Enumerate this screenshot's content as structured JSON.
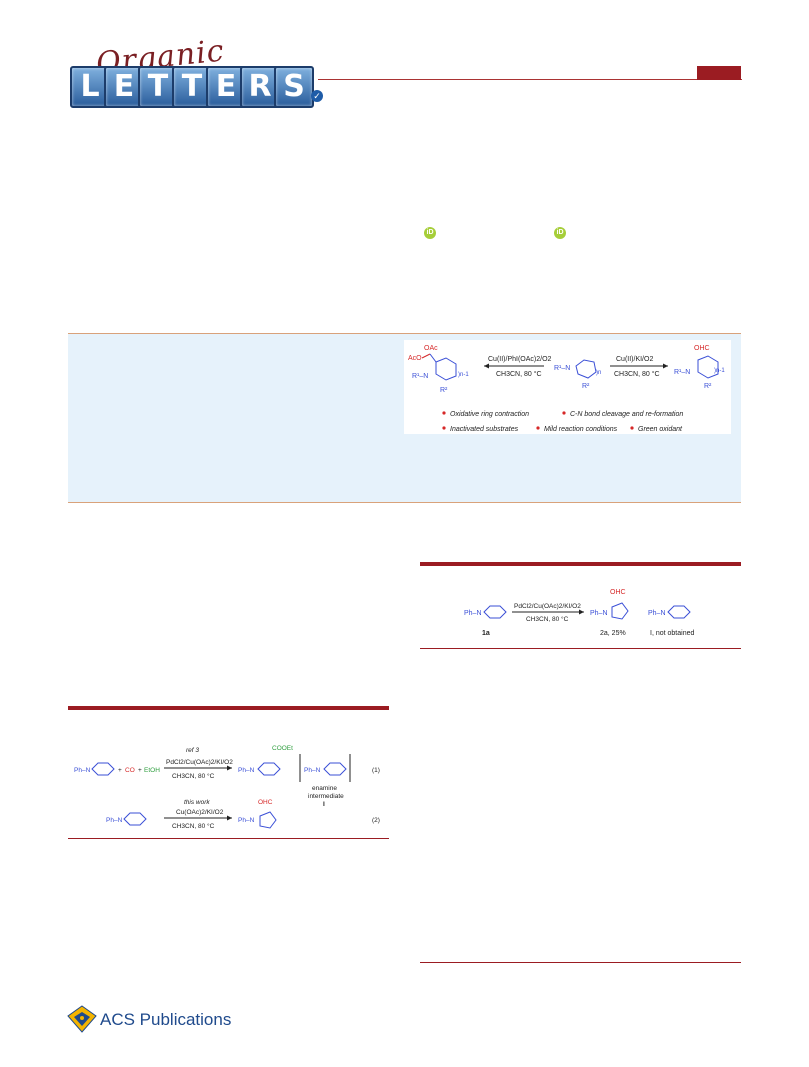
{
  "journal": {
    "script_word": "Organic",
    "tile_letters": [
      "L",
      "E",
      "T",
      "T",
      "E",
      "R",
      "S"
    ]
  },
  "toc": {
    "left_reagents": "Cu(II)/PhI(OAc)2/O2",
    "left_conditions": "CH3CN, 80 °C",
    "right_reagents": "Cu(II)/KI/O2",
    "right_conditions": "CH3CN, 80 °C",
    "labels": {
      "oac": "OAc",
      "aco": "AcO",
      "r1_left": "R¹–N",
      "r2_left": "R²",
      "n_left": ")n-1",
      "r1_center": "R¹–N",
      "n_center": ")n",
      "r2_center": "R²",
      "ohc": "OHC",
      "r1_right": "R¹–N",
      "n_right": ")n-1",
      "r2_right": "R²"
    },
    "bullets": [
      "Oxidative ring contraction",
      "C-N bond cleavage and re-formation",
      "Inactivated substrates",
      "Mild reaction conditions",
      "Green oxidant"
    ],
    "bullet_color": "#d62828"
  },
  "scheme_left": {
    "row1": {
      "ph_n": "Ph–N",
      "plus1": "+",
      "co": "CO",
      "plus2": "+",
      "etoh": "EtOH",
      "ref": "ref 3",
      "reagents": "PdCl2/Cu(OAc)2/KI/O2",
      "conditions": "CH3CN, 80 °C",
      "product_ph_n": "Ph–N",
      "cooet": "COOEt",
      "intermediate_ph_n": "Ph–N",
      "intermediate_label": [
        "enamine",
        "intermediate",
        "I"
      ],
      "eq_number": "(1)"
    },
    "row2": {
      "ph_n": "Ph–N",
      "this_work": "this work",
      "reagents": "Cu(OAc)2/KI/O2",
      "conditions": "CH3CN, 80 °C",
      "product_ph_n": "Ph–N",
      "ohc": "OHC",
      "eq_number": "(2)"
    }
  },
  "scheme_right": {
    "ph_n": "Ph–N",
    "substrate_label": "1a",
    "reagents": "PdCl2/Cu(OAc)2/KI/O2",
    "conditions": "CH3CN, 80 °C",
    "ohc": "OHC",
    "product_ph_n": "Ph–N",
    "product_label": "2a, 25%",
    "enamine_ph_n": "Ph–N",
    "enamine_label": "I, not obtained"
  },
  "footer": {
    "publisher": "ACS Publications"
  },
  "colors": {
    "accent_red": "#9b1c22",
    "abstract_bg": "#e6f2fb",
    "structure_blue": "#3a4fd6",
    "highlight_red": "#d62828",
    "highlight_green": "#2e9e3e"
  }
}
